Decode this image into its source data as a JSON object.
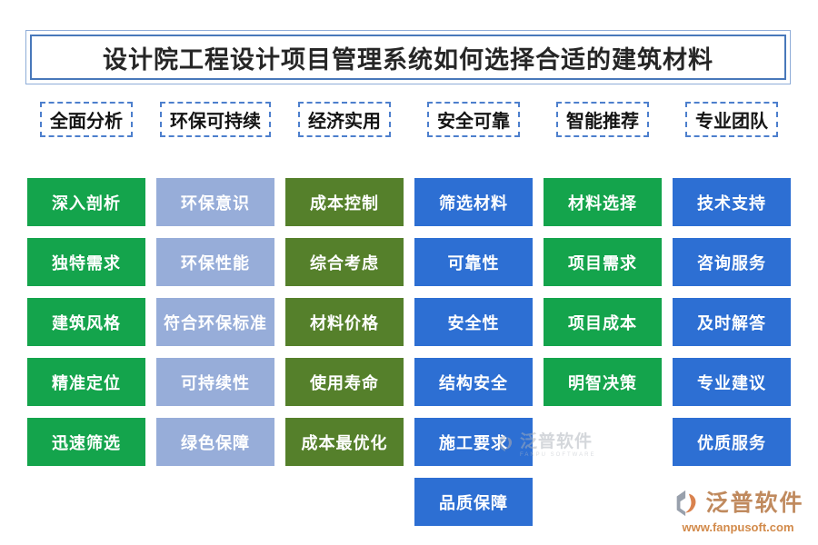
{
  "title": "设计院工程设计项目管理系统如何选择合适的建筑材料",
  "palette": {
    "green": "#14a44c",
    "periwinkle": "#97add9",
    "olive": "#55802b",
    "blue": "#2d6fd3"
  },
  "border_colors": {
    "title_outer": "#8fadd8",
    "title_inner": "#4878ba",
    "header_dashed": "#4d7fcd"
  },
  "categories": [
    {
      "label": "全面分析",
      "color": "green",
      "items": [
        "深入剖析",
        "独特需求",
        "建筑风格",
        "精准定位",
        "迅速筛选"
      ]
    },
    {
      "label": "环保可持续",
      "color": "periwinkle",
      "items": [
        "环保意识",
        "环保性能",
        "符合环保标准",
        "可持续性",
        "绿色保障"
      ]
    },
    {
      "label": "经济实用",
      "color": "olive",
      "items": [
        "成本控制",
        "综合考虑",
        "材料价格",
        "使用寿命",
        "成本最优化"
      ]
    },
    {
      "label": "安全可靠",
      "color": "blue",
      "items": [
        "筛选材料",
        "可靠性",
        "安全性",
        "结构安全",
        "施工要求",
        "品质保障"
      ]
    },
    {
      "label": "智能推荐",
      "color": "green",
      "items": [
        "材料选择",
        "项目需求",
        "项目成本",
        "明智决策"
      ]
    },
    {
      "label": "专业团队",
      "color": "blue",
      "items": [
        "技术支持",
        "咨询服务",
        "及时解答",
        "专业建议",
        "优质服务"
      ]
    }
  ],
  "watermark": {
    "name": "泛普软件",
    "caption": "FANPU SOFTWARE"
  },
  "brand": {
    "name": "泛普软件",
    "url": "www.fanpusoft.com"
  }
}
